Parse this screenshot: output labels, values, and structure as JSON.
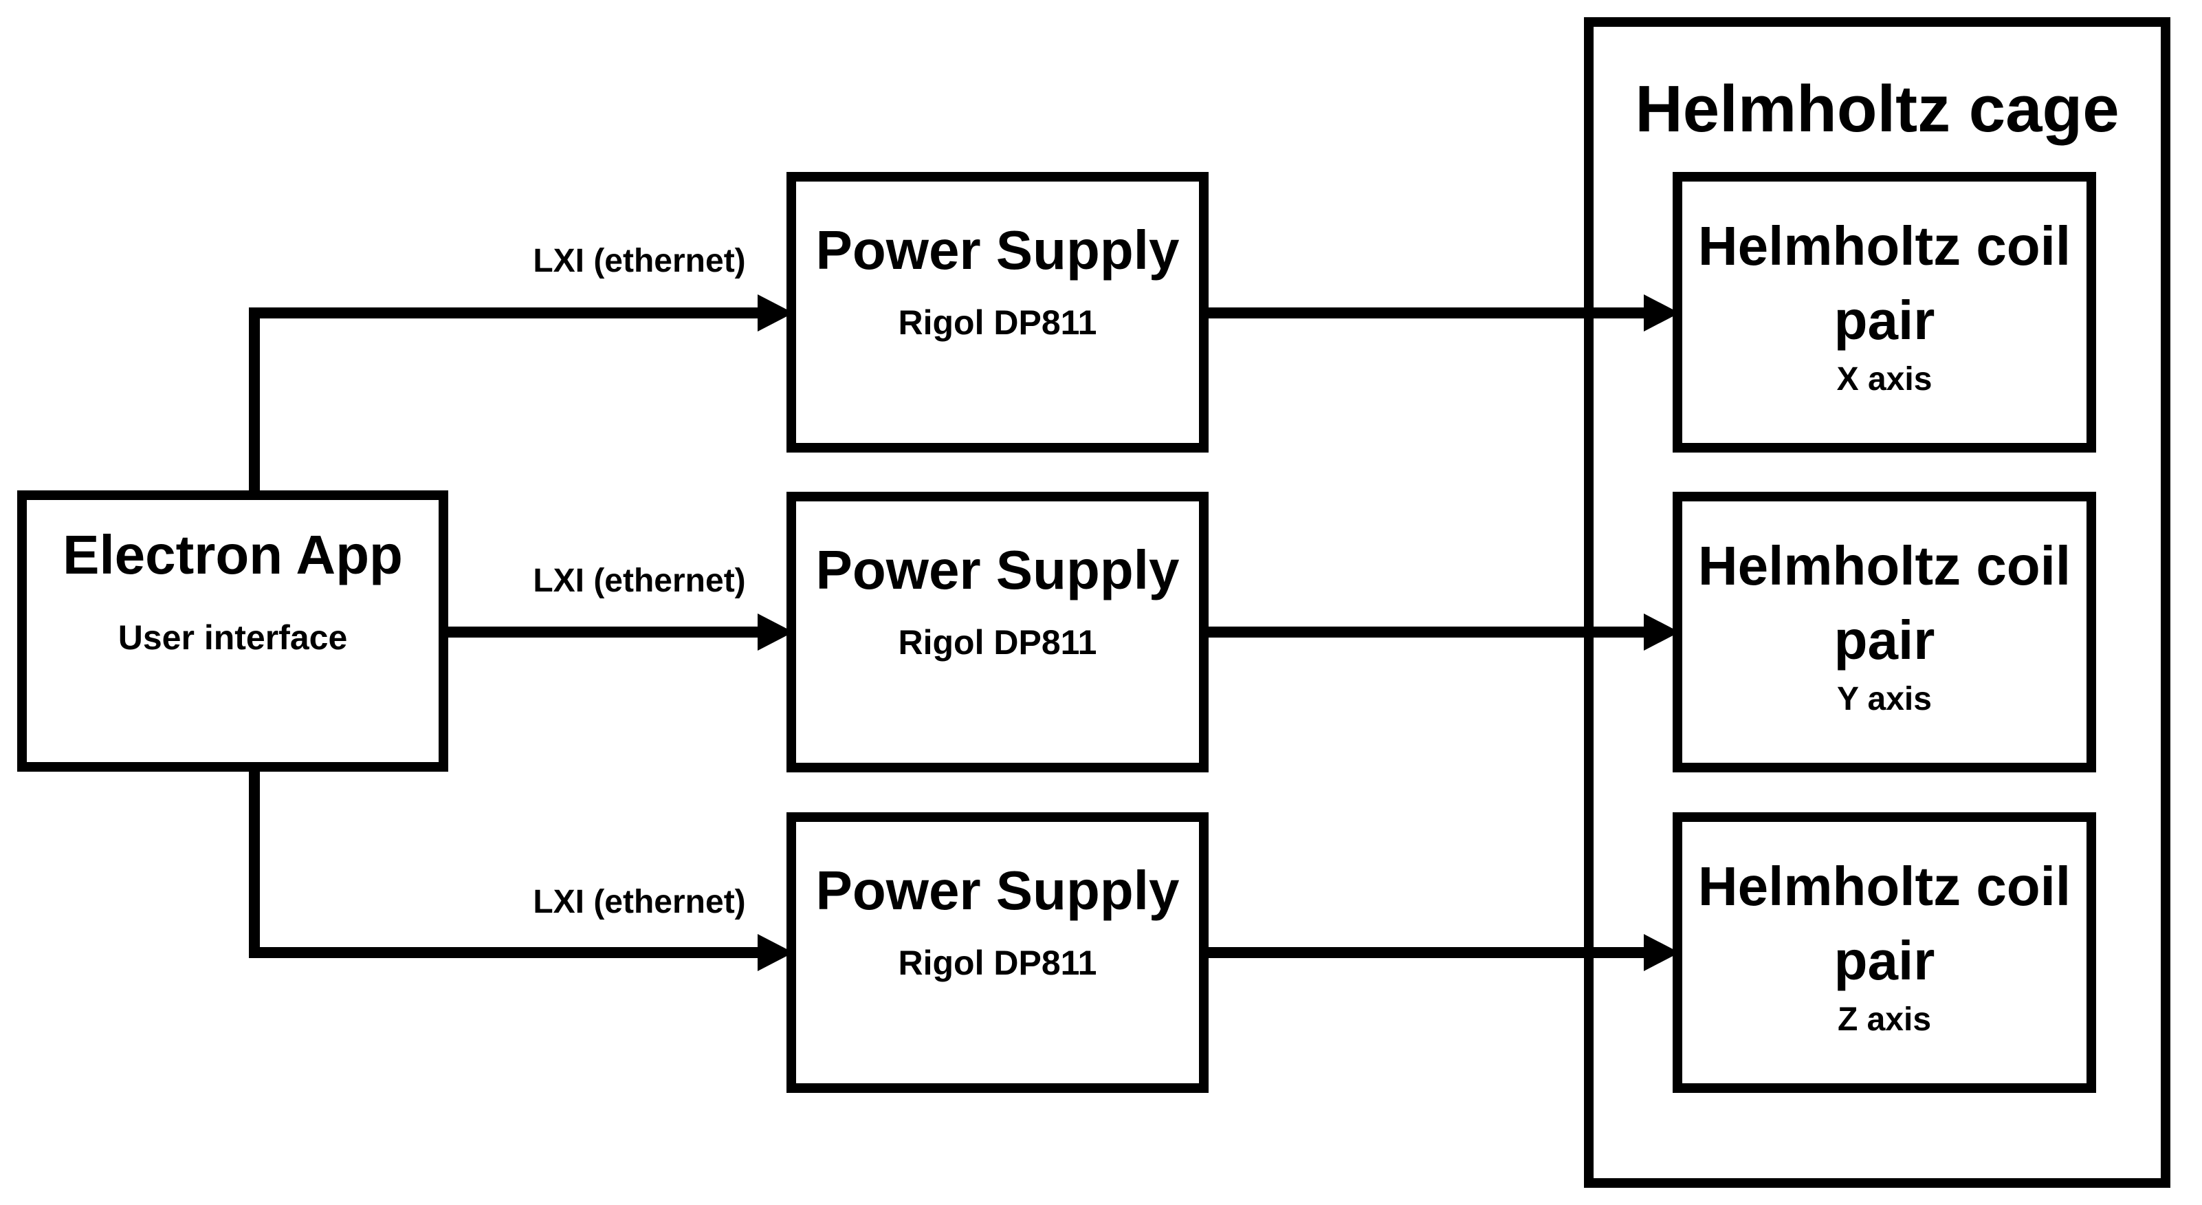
{
  "colors": {
    "background": "#ffffff",
    "line": "#000000",
    "text": "#000000"
  },
  "nodes": {
    "electron_app": {
      "title": "Electron App",
      "subtitle": "User interface"
    },
    "power_supplies": [
      {
        "title": "Power Supply",
        "subtitle": "Rigol DP811"
      },
      {
        "title": "Power Supply",
        "subtitle": "Rigol DP811"
      },
      {
        "title": "Power Supply",
        "subtitle": "Rigol DP811"
      }
    ],
    "helmholtz_cage": {
      "title": "Helmholtz cage"
    },
    "coil_pairs": [
      {
        "title": "Helmholtz coil pair",
        "axis": "X axis"
      },
      {
        "title": "Helmholtz coil pair",
        "axis": "Y axis"
      },
      {
        "title": "Helmholtz coil pair",
        "axis": "Z axis"
      }
    ]
  },
  "connections": [
    {
      "from": "Electron App",
      "to": "Power Supply 1",
      "label": "LXI (ethernet)"
    },
    {
      "from": "Electron App",
      "to": "Power Supply 2",
      "label": "LXI (ethernet)"
    },
    {
      "from": "Electron App",
      "to": "Power Supply 3",
      "label": "LXI (ethernet)"
    },
    {
      "from": "Power Supply 1",
      "to": "Helmholtz coil pair X axis",
      "label": ""
    },
    {
      "from": "Power Supply 2",
      "to": "Helmholtz coil pair Y axis",
      "label": ""
    },
    {
      "from": "Power Supply 3",
      "to": "Helmholtz coil pair Z axis",
      "label": ""
    }
  ]
}
